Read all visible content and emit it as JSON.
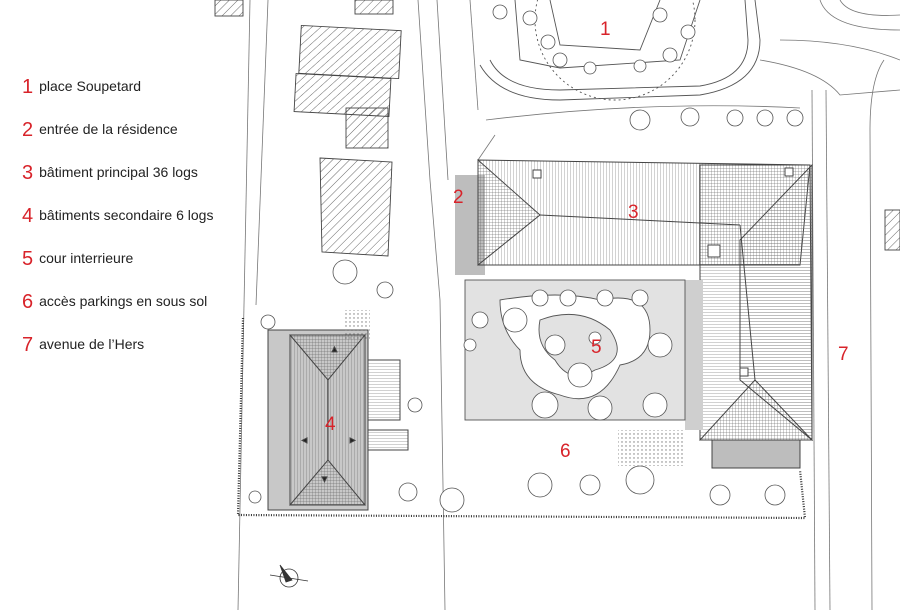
{
  "legend": [
    {
      "num": "1",
      "label": "place Soupetard"
    },
    {
      "num": "2",
      "label": "entrée  de la résidence"
    },
    {
      "num": "3",
      "label": "bâtiment principal 36 logs"
    },
    {
      "num": "4",
      "label": "bâtiments secondaire 6 logs"
    },
    {
      "num": "5",
      "label": "cour interrieure"
    },
    {
      "num": "6",
      "label": "accès parkings en sous sol"
    },
    {
      "num": "7",
      "label": "avenue de l’Hers"
    }
  ],
  "map_labels": [
    "1",
    "2",
    "3",
    "4",
    "5",
    "6",
    "7"
  ],
  "colors": {
    "label_red": "#d8232a",
    "line": "#555555",
    "shade": "#cfcfcf",
    "hatch": "#444444"
  }
}
